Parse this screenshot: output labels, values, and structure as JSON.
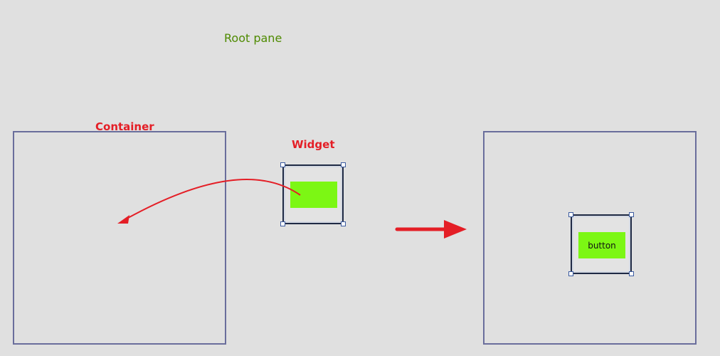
{
  "labels": {
    "root_pane": "Root pane",
    "container": "Container",
    "widget": "Widget"
  },
  "widget_left": {
    "button_text": ""
  },
  "widget_right": {
    "button_text": "button"
  },
  "colors": {
    "background": "#e0e0e0",
    "root_pane_label": "#4e8a00",
    "container_label": "#e41e26",
    "widget_label": "#e41e26",
    "arrow": "#e41e26",
    "container_border": "#6a6e9c",
    "widget_border": "#1f2a44",
    "widget_button_fill": "#7cf714",
    "selection_handle": "#3b5ba0"
  },
  "icons": {
    "drag_arrow": "curved-arrow-left",
    "result_arrow": "right-arrow"
  }
}
